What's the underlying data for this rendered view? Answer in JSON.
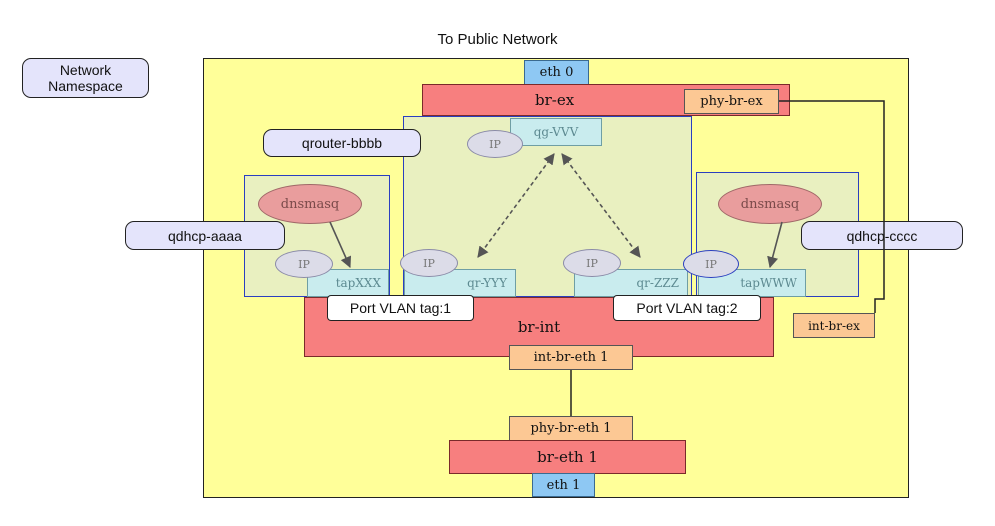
{
  "title": "To Public Network",
  "legend": {
    "label": "Network Namespace"
  },
  "switches": {
    "br_ex": "br-ex",
    "br_int": "br-int",
    "br_eth1": "br-eth 1"
  },
  "patch_ports": {
    "phy_br_ex": "phy-br-ex",
    "int_br_ex": "int-br-ex",
    "int_br_eth1": "int-br-eth 1",
    "phy_br_eth1": "phy-br-eth 1"
  },
  "nics": {
    "eth0": "eth 0",
    "eth1": "eth 1"
  },
  "namespaces": {
    "qrouter": "qrouter-bbbb",
    "qdhcp_a": "qdhcp-aaaa",
    "qdhcp_c": "qdhcp-cccc"
  },
  "ports": {
    "qg": "qg-VVV",
    "qr1": "qr-YYY",
    "qr2": "qr-ZZZ",
    "tap1": "tapXXX",
    "tap2": "tapWWW"
  },
  "ip_label": "IP",
  "dnsmasq": "dnsmasq",
  "vlan_tags": {
    "tag1": "Port VLAN tag:1",
    "tag2": "Port VLAN tag:2"
  },
  "colors": {
    "background": "#ffff99",
    "bridge": "#f77f7f",
    "patch_port": "#fcc894",
    "nic": "#8ec8f3",
    "namespace_border": "#2b3fc0",
    "label_fill": "#e4e4fb"
  }
}
